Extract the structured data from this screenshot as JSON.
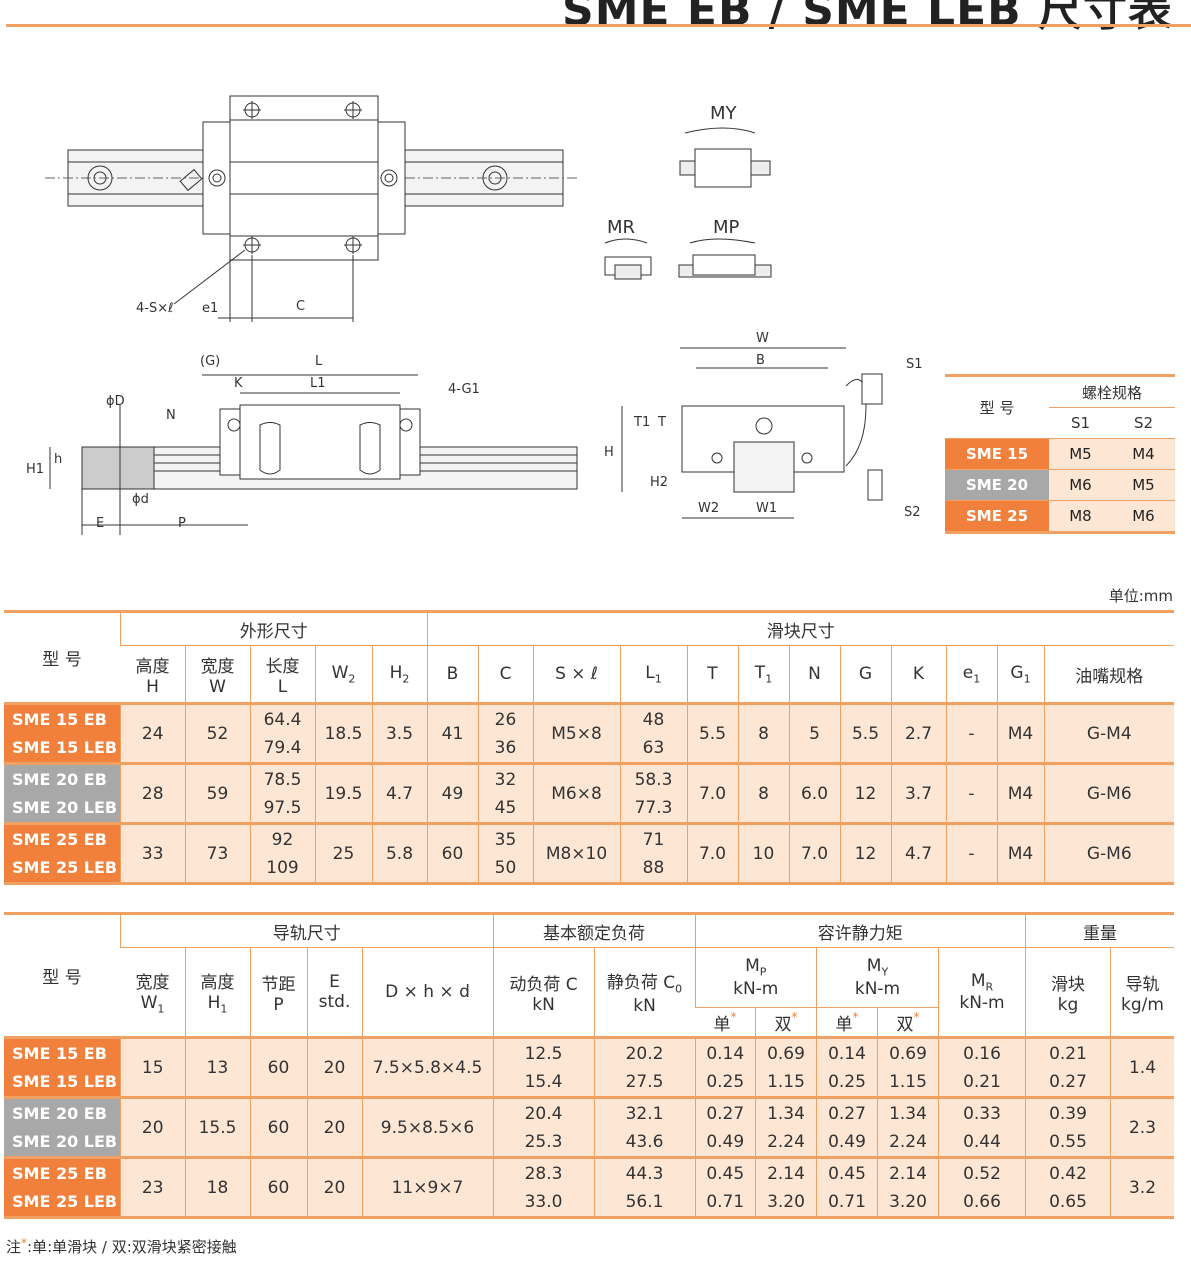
{
  "header": {
    "title": "SME EB / SME LEB 尺寸表"
  },
  "drawing_labels": {
    "my": "MY",
    "mr": "MR",
    "mp": "MP",
    "s_l": "4-S×ℓ",
    "e1": "e1",
    "c": "C",
    "g_paren": "(G)",
    "l": "L",
    "k": "K",
    "l1": "L1",
    "g1": "4-G1",
    "n": "N",
    "phi_d_big": "ϕD",
    "h_small": "h",
    "h1": "H1",
    "phi_d": "ϕd",
    "e": "E",
    "p": "P",
    "w": "W",
    "b": "B",
    "s1": "S1",
    "s2": "S2",
    "t": "T",
    "t1": "T1",
    "h": "H",
    "h2": "H2",
    "w2": "W2",
    "w1": "W1"
  },
  "bolt_table": {
    "model_header": "型 号",
    "spec_header": "螺栓规格",
    "s1": "S1",
    "s2": "S2",
    "rows": [
      {
        "model": "SME 15",
        "s1": "M5",
        "s2": "M4",
        "color": "#f0803c"
      },
      {
        "model": "SME 20",
        "s1": "M6",
        "s2": "M5",
        "color": "#a8a8a8"
      },
      {
        "model": "SME 25",
        "s1": "M8",
        "s2": "M6",
        "color": "#f0803c"
      }
    ]
  },
  "unit": "单位:mm",
  "table1": {
    "model_header": "型 号",
    "group_outer": "外形尺寸",
    "group_block": "滑块尺寸",
    "cols": {
      "h": "高度\nH",
      "w": "宽度\nW",
      "l": "长度\nL",
      "w2": "W2",
      "h2": "H2",
      "b": "B",
      "c": "C",
      "sxl": "S × ℓ",
      "l1": "L1",
      "t": "T",
      "t1": "T1",
      "n": "N",
      "g": "G",
      "k": "K",
      "e1": "e1",
      "g1": "G1",
      "oil": "油嘴规格"
    },
    "rows": [
      {
        "m1": "SME 15 EB",
        "m2": "SME 15 LEB",
        "h": "24",
        "w": "52",
        "l1v": "64.4",
        "l2v": "79.4",
        "w2": "18.5",
        "h2": "3.5",
        "b": "41",
        "c1": "26",
        "c2": "36",
        "sxl": "M5×8",
        "L1a": "48",
        "L1b": "63",
        "t": "5.5",
        "t1": "8",
        "n": "5",
        "g": "5.5",
        "k": "2.7",
        "e1": "-",
        "g1": "M4",
        "oil": "G-M4",
        "color": "#f0803c"
      },
      {
        "m1": "SME 20 EB",
        "m2": "SME 20 LEB",
        "h": "28",
        "w": "59",
        "l1v": "78.5",
        "l2v": "97.5",
        "w2": "19.5",
        "h2": "4.7",
        "b": "49",
        "c1": "32",
        "c2": "45",
        "sxl": "M6×8",
        "L1a": "58.3",
        "L1b": "77.3",
        "t": "7.0",
        "t1": "8",
        "n": "6.0",
        "g": "12",
        "k": "3.7",
        "e1": "-",
        "g1": "M4",
        "oil": "G-M6",
        "color": "#a8a8a8"
      },
      {
        "m1": "SME 25 EB",
        "m2": "SME 25 LEB",
        "h": "33",
        "w": "73",
        "l1v": "92",
        "l2v": "109",
        "w2": "25",
        "h2": "5.8",
        "b": "60",
        "c1": "35",
        "c2": "50",
        "sxl": "M8×10",
        "L1a": "71",
        "L1b": "88",
        "t": "7.0",
        "t1": "10",
        "n": "7.0",
        "g": "12",
        "k": "4.7",
        "e1": "-",
        "g1": "M4",
        "oil": "G-M6",
        "color": "#f0803c"
      }
    ]
  },
  "table2": {
    "model_header": "型 号",
    "group_rail": "导轨尺寸",
    "group_load": "基本额定负荷",
    "group_moment": "容许静力矩",
    "group_weight": "重量",
    "cols": {
      "w1": "宽度\nW1",
      "h1": "高度\nH1",
      "p": "节距\nP",
      "e": "E\nstd.",
      "dhd": "D × h × d",
      "dyn": "动负荷 C\nkN",
      "stat": "静负荷 C0\nkN",
      "mp": "MP\nkN-m",
      "my": "MY\nkN-m",
      "mr": "MR\nkN-m",
      "single": "单",
      "double": "双",
      "block": "滑块\nkg",
      "rail": "导轨\nkg/m"
    },
    "rows": [
      {
        "m1": "SME 15 EB",
        "m2": "SME 15 LEB",
        "w1": "15",
        "h1": "13",
        "p": "60",
        "e": "20",
        "dhd": "7.5×5.8×4.5",
        "dyn1": "12.5",
        "dyn2": "15.4",
        "st1": "20.2",
        "st2": "27.5",
        "mps1": "0.14",
        "mps2": "0.25",
        "mpd1": "0.69",
        "mpd2": "1.15",
        "mys1": "0.14",
        "mys2": "0.25",
        "myd1": "0.69",
        "myd2": "1.15",
        "mr1": "0.16",
        "mr2": "0.21",
        "bk1": "0.21",
        "bk2": "0.27",
        "rail": "1.4",
        "color": "#f0803c"
      },
      {
        "m1": "SME 20 EB",
        "m2": "SME 20 LEB",
        "w1": "20",
        "h1": "15.5",
        "p": "60",
        "e": "20",
        "dhd": "9.5×8.5×6",
        "dyn1": "20.4",
        "dyn2": "25.3",
        "st1": "32.1",
        "st2": "43.6",
        "mps1": "0.27",
        "mps2": "0.49",
        "mpd1": "1.34",
        "mpd2": "2.24",
        "mys1": "0.27",
        "mys2": "0.49",
        "myd1": "1.34",
        "myd2": "2.24",
        "mr1": "0.33",
        "mr2": "0.44",
        "bk1": "0.39",
        "bk2": "0.55",
        "rail": "2.3",
        "color": "#a8a8a8"
      },
      {
        "m1": "SME 25 EB",
        "m2": "SME 25 LEB",
        "w1": "23",
        "h1": "18",
        "p": "60",
        "e": "20",
        "dhd": "11×9×7",
        "dyn1": "28.3",
        "dyn2": "33.0",
        "st1": "44.3",
        "st2": "56.1",
        "mps1": "0.45",
        "mps2": "0.71",
        "mpd1": "2.14",
        "mpd2": "3.20",
        "mys1": "0.45",
        "mys2": "0.71",
        "myd1": "2.14",
        "myd2": "3.20",
        "mr1": "0.52",
        "mr2": "0.66",
        "bk1": "0.42",
        "bk2": "0.65",
        "rail": "3.2",
        "color": "#f0803c"
      }
    ]
  },
  "note": {
    "prefix": "注",
    "text": ":单:单滑块 / 双:双滑块紧密接触"
  }
}
